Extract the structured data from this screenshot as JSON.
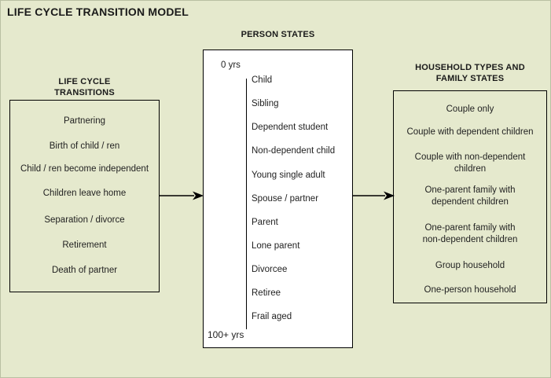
{
  "diagram": {
    "title": "LIFE CYCLE TRANSITION MODEL",
    "background_color": "#e5e9cd",
    "panel_border_color": "#000000",
    "person_states_fill": "#ffffff"
  },
  "transitions_panel": {
    "heading_line1": "LIFE CYCLE",
    "heading_line2": "TRANSITIONS",
    "items": [
      "Partnering",
      "Birth of child / ren",
      "Child / ren become independent",
      "Children leave home",
      "Separation / divorce",
      "Retirement",
      "Death of partner"
    ]
  },
  "person_states_panel": {
    "heading": "PERSON STATES",
    "axis_start_label": "0 yrs",
    "axis_end_label": "100+ yrs",
    "items": [
      "Child",
      "Sibling",
      "Dependent student",
      "Non-dependent child",
      "Young single adult",
      "Spouse / partner",
      "Parent",
      "Lone parent",
      "Divorcee",
      "Retiree",
      "Frail aged"
    ]
  },
  "household_panel": {
    "heading_line1": "HOUSEHOLD TYPES AND",
    "heading_line2": "FAMILY STATES",
    "items": [
      "Couple only",
      "Couple with dependent children",
      "Couple with non-dependent\nchildren",
      "One-parent family with\ndependent children",
      "One-parent family with\nnon-dependent children",
      "Group household",
      "One-person household"
    ]
  },
  "arrows": [
    {
      "name": "transitions-to-person-states"
    },
    {
      "name": "person-states-to-household"
    }
  ]
}
